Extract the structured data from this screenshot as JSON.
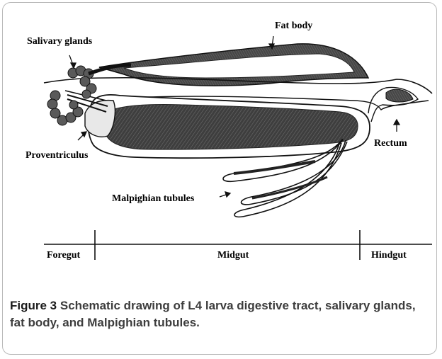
{
  "diagram": {
    "labels": {
      "salivary_glands": "Salivary glands",
      "fat_body": "Fat body",
      "proventriculus": "Proventriculus",
      "rectum": "Rectum",
      "malpighian_tubules": "Malpighian tubules"
    },
    "regions": {
      "foregut": "Foregut",
      "midgut": "Midgut",
      "hindgut": "Hindgut"
    }
  },
  "caption": {
    "figure_label": "Figure 3",
    "text": "Schematic drawing of L4 larva digestive tract, salivary glands, fat body, and Malpighian tubules."
  }
}
